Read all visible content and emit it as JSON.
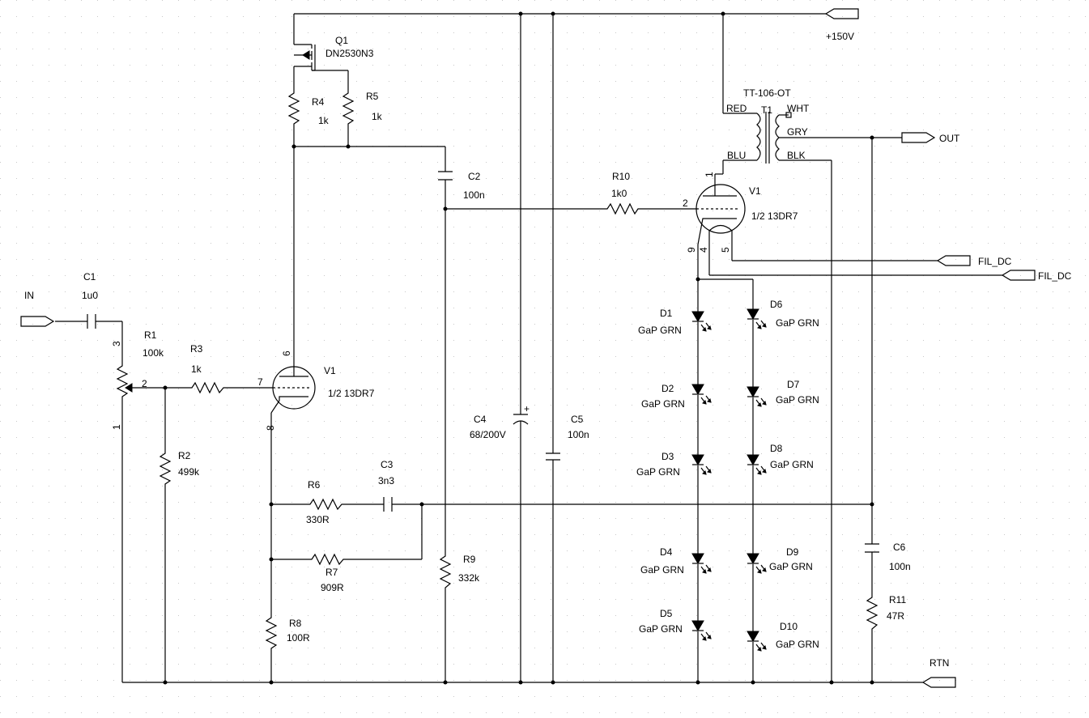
{
  "ports": {
    "in": "IN",
    "out": "OUT",
    "vplus": "+150V",
    "rtn": "RTN",
    "fil1": "FIL_DC",
    "fil2": "FIL_DC"
  },
  "components": {
    "q1": {
      "ref": "Q1",
      "value": "DN2530N3"
    },
    "r1": {
      "ref": "R1",
      "value": "100k"
    },
    "r2": {
      "ref": "R2",
      "value": "499k"
    },
    "r3": {
      "ref": "R3",
      "value": "1k"
    },
    "r4": {
      "ref": "R4",
      "value": "1k"
    },
    "r5": {
      "ref": "R5",
      "value": "1k"
    },
    "r6": {
      "ref": "R6",
      "value": "330R"
    },
    "r7": {
      "ref": "R7",
      "value": "909R"
    },
    "r8": {
      "ref": "R8",
      "value": "100R"
    },
    "r9": {
      "ref": "R9",
      "value": "332k"
    },
    "r10": {
      "ref": "R10",
      "value": "1k0"
    },
    "r11": {
      "ref": "R11",
      "value": "47R"
    },
    "c1": {
      "ref": "C1",
      "value": "1u0"
    },
    "c2": {
      "ref": "C2",
      "value": "100n"
    },
    "c3": {
      "ref": "C3",
      "value": "3n3"
    },
    "c4": {
      "ref": "C4",
      "value": "68/200V"
    },
    "c5": {
      "ref": "C5",
      "value": "100n"
    },
    "c6": {
      "ref": "C6",
      "value": "100n"
    },
    "v1a": {
      "ref": "V1",
      "value": "1/2 13DR7"
    },
    "v1b": {
      "ref": "V1",
      "value": "1/2 13DR7"
    },
    "t1": {
      "ref": "T1",
      "value": "TT-106-OT"
    },
    "d1": {
      "ref": "D1",
      "value": "GaP GRN"
    },
    "d2": {
      "ref": "D2",
      "value": "GaP GRN"
    },
    "d3": {
      "ref": "D3",
      "value": "GaP GRN"
    },
    "d4": {
      "ref": "D4",
      "value": "GaP GRN"
    },
    "d5": {
      "ref": "D5",
      "value": "GaP GRN"
    },
    "d6": {
      "ref": "D6",
      "value": "GaP GRN"
    },
    "d7": {
      "ref": "D7",
      "value": "GaP GRN"
    },
    "d8": {
      "ref": "D8",
      "value": "GaP GRN"
    },
    "d9": {
      "ref": "D9",
      "value": "GaP GRN"
    },
    "d10": {
      "ref": "D10",
      "value": "GaP GRN"
    }
  },
  "transformer_pins": {
    "red": "RED",
    "blu": "BLU",
    "wht": "WHT",
    "gry": "GRY",
    "blk": "BLK"
  },
  "pin_numbers": {
    "r1_top": "3",
    "r1_wiper": "2",
    "r1_bot": "1",
    "v1a_plate": "6",
    "v1a_grid": "7",
    "v1a_cath": "8",
    "v1b_plate": "1",
    "v1b_grid": "2",
    "v1b_cath": "9",
    "v1b_h1": "4",
    "v1b_h2": "5"
  }
}
